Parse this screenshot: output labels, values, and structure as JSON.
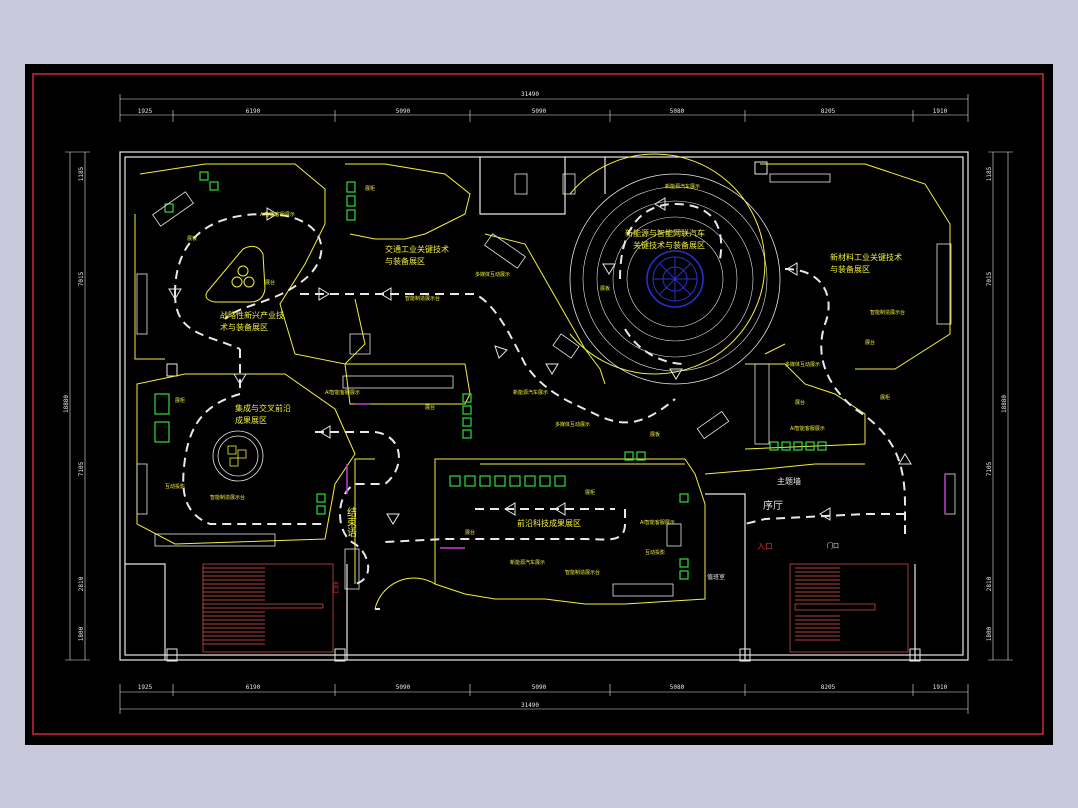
{
  "colors": {
    "page_background": "#c9c9dc",
    "viewport_background": "#000000",
    "frame_red": "#d4263a",
    "wall_white": "#e8e8e8",
    "exhibit_yellow": "#f2ef3c",
    "display_green": "#2fdc3a",
    "stair_red": "#e8544e",
    "center_blue": "#2a30c8",
    "accent_magenta": "#c03fd0"
  },
  "dimensions": {
    "total": "31490",
    "segments": [
      "1925",
      "6190",
      "5090",
      "5090",
      "5080",
      "8205",
      "1910"
    ],
    "left_side": [
      "1185",
      "7015",
      "7105",
      "2810",
      "1800"
    ],
    "left_total": "18880",
    "right_side": [
      "1185",
      "7015",
      "7105",
      "2810",
      "1800"
    ],
    "right_total": "18880"
  },
  "zones": {
    "traffic": [
      "交通工业关键技术",
      "与装备展区"
    ],
    "newenergy": [
      "新能源与智能网联汽车",
      "关键技术与装备展区"
    ],
    "material": [
      "新材料工业关键技术",
      "与装备展区"
    ],
    "strategic": [
      "战略性新兴产业技",
      "术与装备展区"
    ],
    "integration": [
      "集成与交叉前沿",
      "成果展区"
    ],
    "frontier": [
      "前沿科技成果展区"
    ],
    "closing": "结束语",
    "foyer": "序厅",
    "main_wall": "主题墙",
    "entrance": "入口",
    "exit": "出口",
    "gate": "门口",
    "duty_room": "值班室"
  },
  "notes": [
    "AI智能客服展示",
    "新能源汽车展示",
    "智能制造展示台",
    "多媒体互动展示",
    "展板",
    "展台",
    "展柜",
    "互动投影"
  ]
}
